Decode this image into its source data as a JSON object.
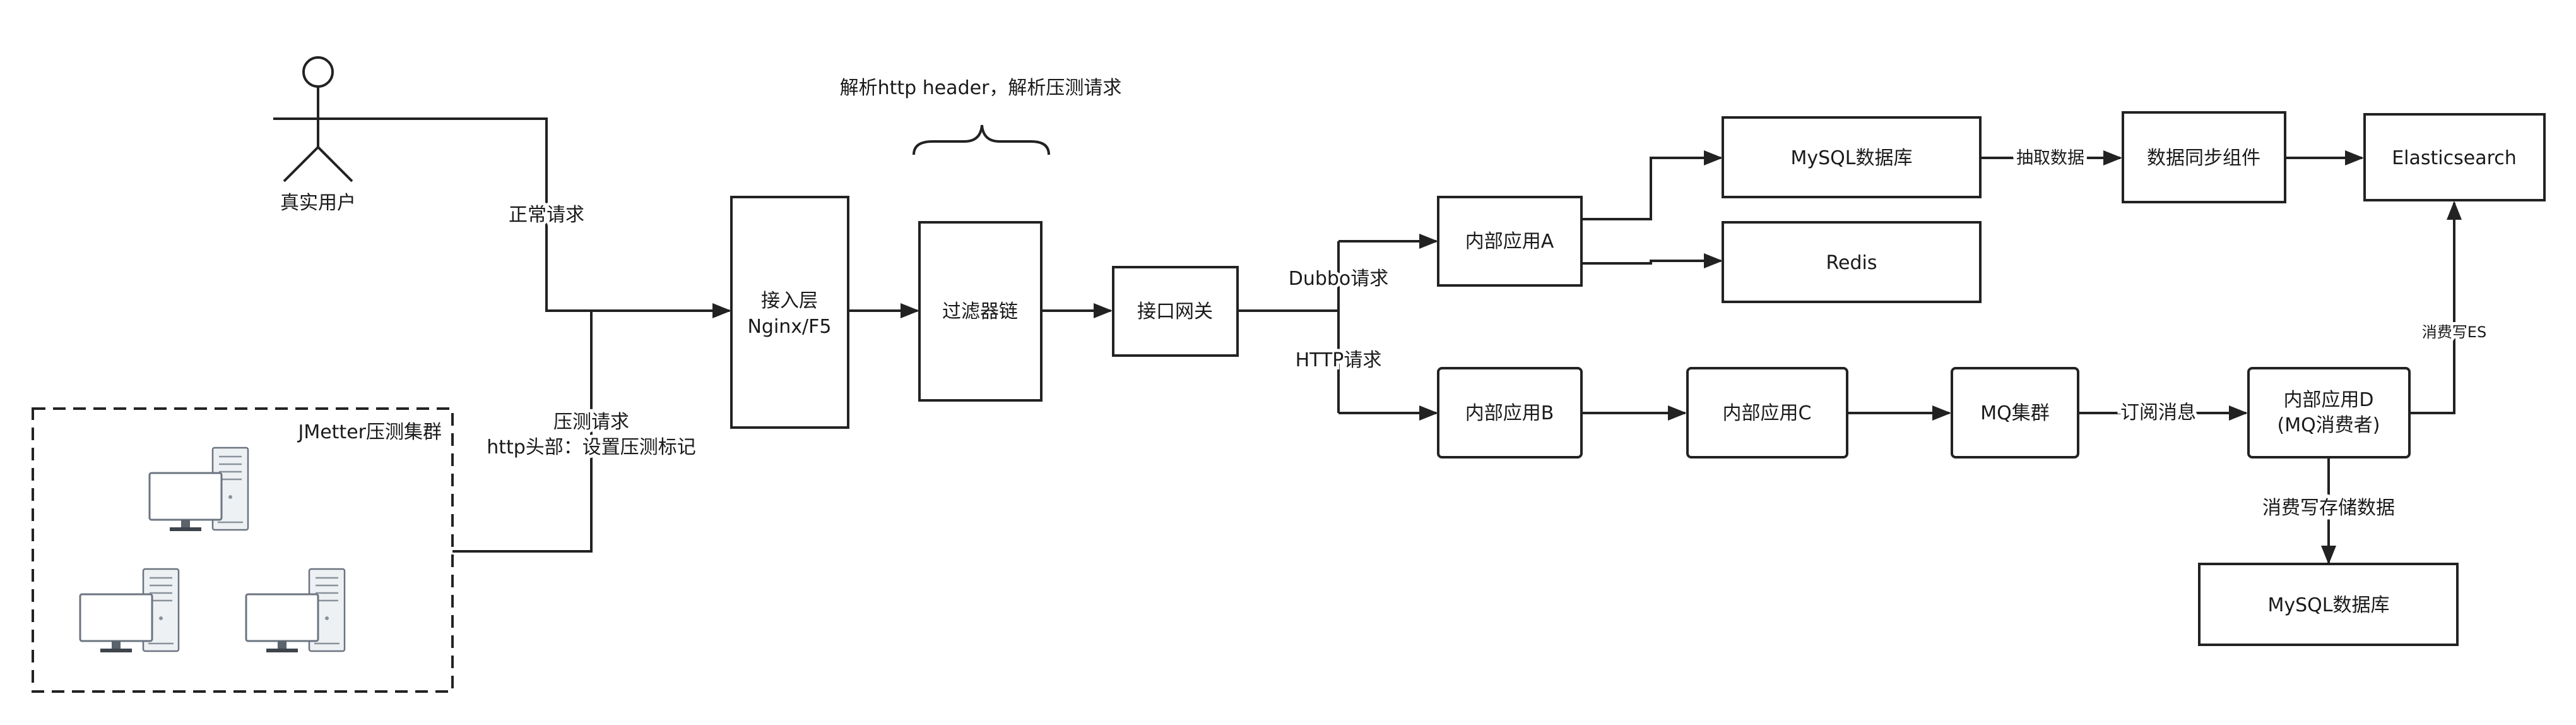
{
  "diagram": {
    "actor_label": "真实用户",
    "normal_request_label": "正常请求",
    "cluster_title": "JMetter压测集群",
    "stress_request_label": "压测请求",
    "stress_header_label": "http头部：设置压测标记",
    "filter_annotation": "解析http header，解析压测请求",
    "access_layer_line1": "接入层",
    "access_layer_line2": "Nginx/F5",
    "filter_chain": "过滤器链",
    "api_gateway": "接口网关",
    "dubbo_label": "Dubbo请求",
    "http_label": "HTTP请求",
    "app_a": "内部应用A",
    "app_b": "内部应用B",
    "app_c": "内部应用C",
    "mysql_top": "MySQL数据库",
    "redis": "Redis",
    "extract_label": "抽取数据",
    "sync_component": "数据同步组件",
    "elasticsearch": "Elasticsearch",
    "mq_cluster": "MQ集群",
    "subscribe_label": "订阅消息",
    "app_d_line1": "内部应用D",
    "app_d_line2": "(MQ消费者)",
    "consume_es_label": "消费写ES",
    "consume_storage_label": "消费写存储数据",
    "mysql_bottom": "MySQL数据库",
    "icons": {
      "actor": "user-icon",
      "computer": "desktop-computer-icon"
    }
  }
}
